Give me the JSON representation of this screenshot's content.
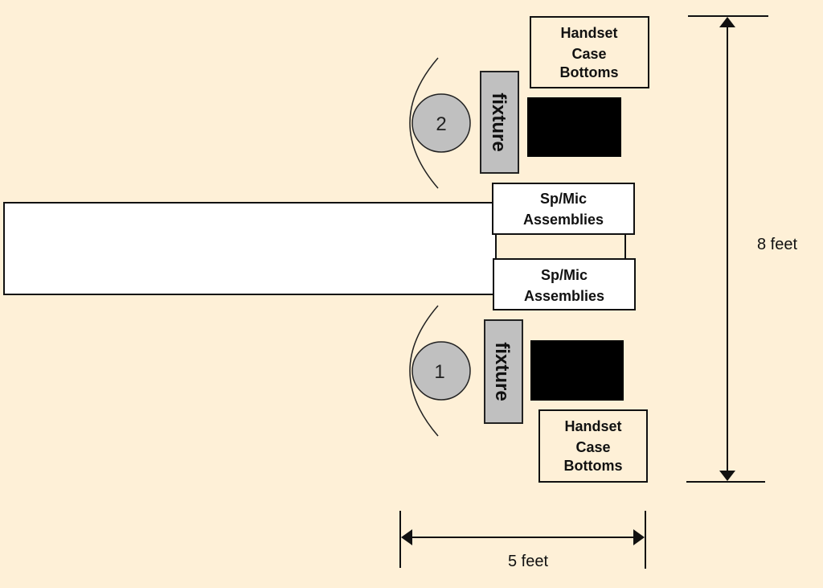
{
  "colors": {
    "background": "#fef0d7",
    "conveyor": "#ffffff",
    "fixture": "#c0c0c0",
    "operator": "#c0c0c0",
    "workpiece": "#000000",
    "outline": "#111111"
  },
  "stations": {
    "top": {
      "operator_number": "2",
      "fixture_label": "fixture",
      "parts_bin_lines": [
        "Handset",
        "Case",
        "Bottoms"
      ]
    },
    "bottom": {
      "operator_number": "1",
      "fixture_label": "fixture",
      "parts_bin_lines": [
        "Handset",
        "Case",
        "Bottoms"
      ]
    }
  },
  "assemblies": {
    "upper": [
      "Sp/Mic",
      "Assemblies"
    ],
    "lower": [
      "Sp/Mic",
      "Assemblies"
    ]
  },
  "dimensions": {
    "height_label": "8 feet",
    "width_label": "5 feet"
  }
}
